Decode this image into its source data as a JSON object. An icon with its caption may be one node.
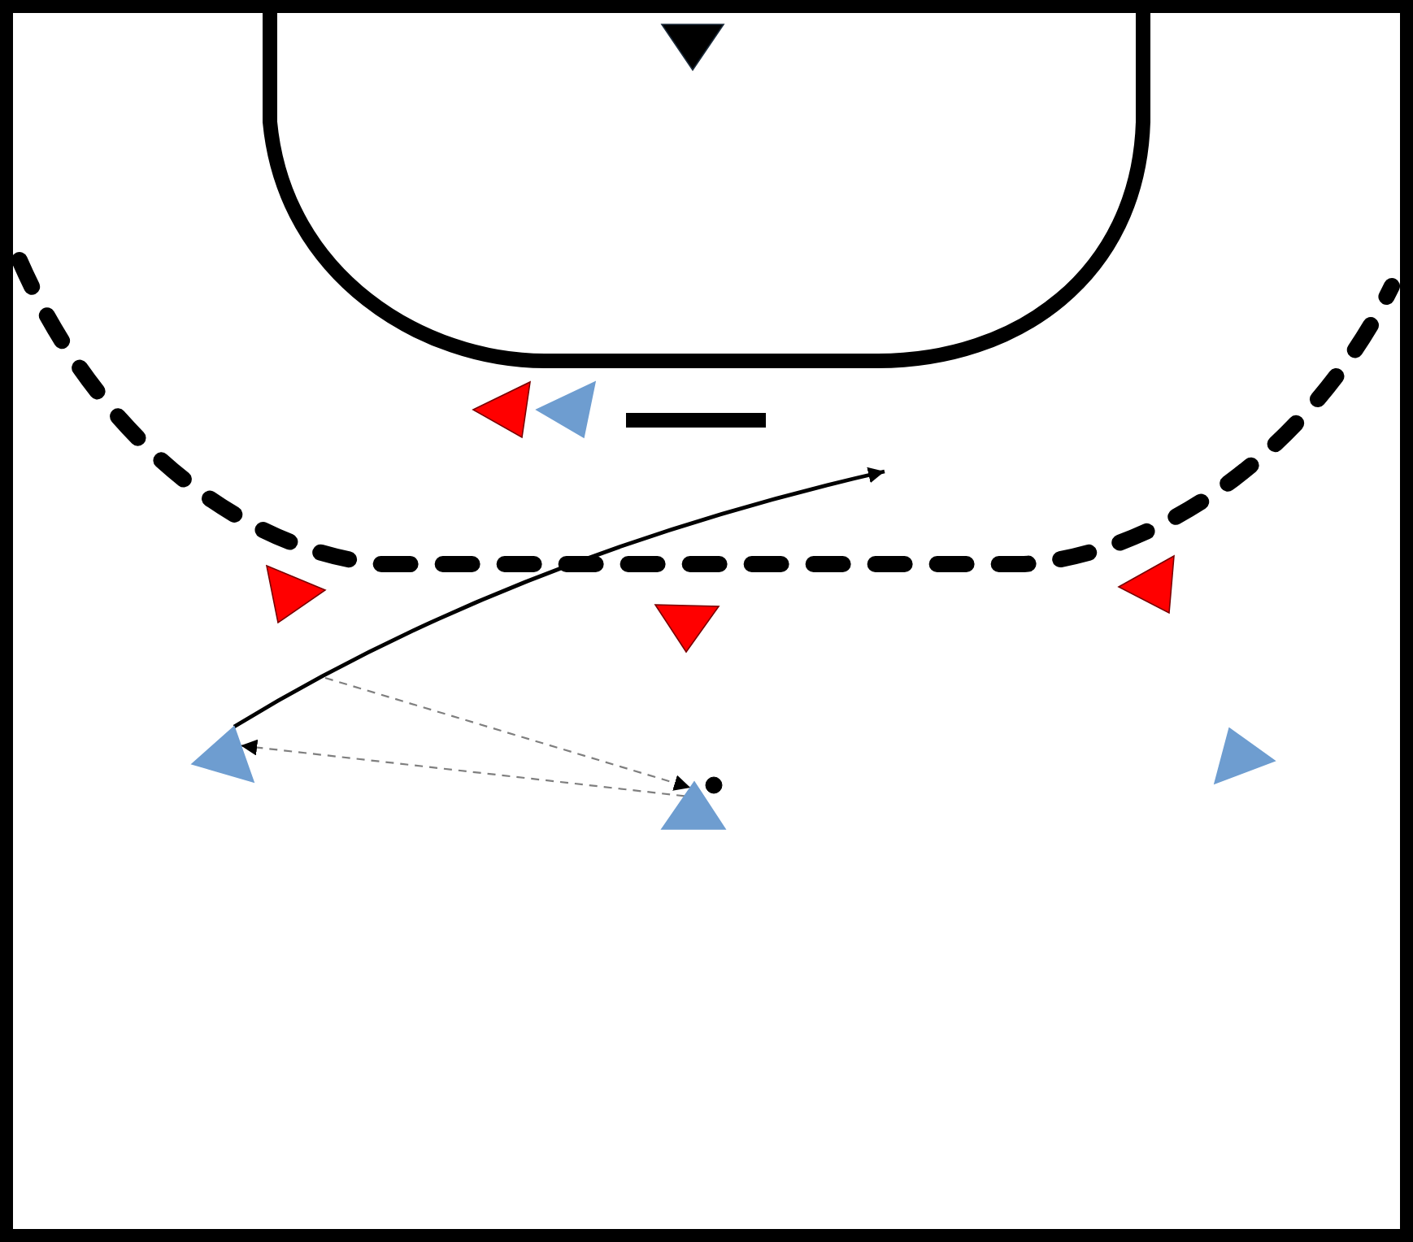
{
  "diagram": {
    "nodes": [
      {
        "text": [],
        "shape": "triangle"
      },
      {
        "text": [],
        "shape": "triangle"
      },
      {
        "text": [],
        "shape": "triangle"
      },
      {
        "text": [],
        "shape": "triangle"
      },
      {
        "text": [],
        "shape": "triangle"
      },
      {
        "text": [],
        "shape": "triangle"
      },
      {
        "text": [],
        "shape": "triangle"
      },
      {
        "text": [],
        "shape": "triangle"
      },
      {
        "text": [],
        "shape": "circle"
      },
      {
        "text": [],
        "shape": "triangle"
      }
    ],
    "edges": [
      {
        "from": 7,
        "to": 6,
        "arrow": "to",
        "style": "dashed"
      },
      {
        "from": null,
        "to": 7,
        "arrow": "to",
        "style": "dashed"
      },
      {
        "from": 6,
        "to": null,
        "arrow": "to",
        "color": "#000000"
      }
    ]
  }
}
